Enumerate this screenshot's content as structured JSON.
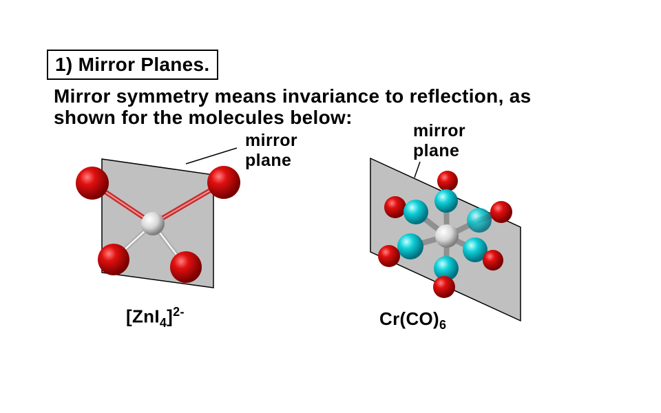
{
  "title": "1) Mirror Planes.",
  "intro_line1": "Mirror symmetry means invariance to reflection, as",
  "intro_line2": "shown for the molecules below:",
  "left_molecule": {
    "plane_label_line1": "mirror",
    "plane_label_line2": "plane",
    "formula_base": "[ZnI",
    "formula_sub": "4",
    "formula_close": "]",
    "formula_sup": "2-"
  },
  "right_molecule": {
    "plane_label_line1": "mirror",
    "plane_label_line2": "plane",
    "formula_base": "Cr(CO)",
    "formula_sub": "6"
  },
  "colors": {
    "plane_fill": "#c0c0c0",
    "iodine_atom": "#cc0000",
    "oxygen_atom": "#cc0000",
    "carbon_atom": "#00c8c8",
    "metal_atom": "#e0e0e0"
  }
}
